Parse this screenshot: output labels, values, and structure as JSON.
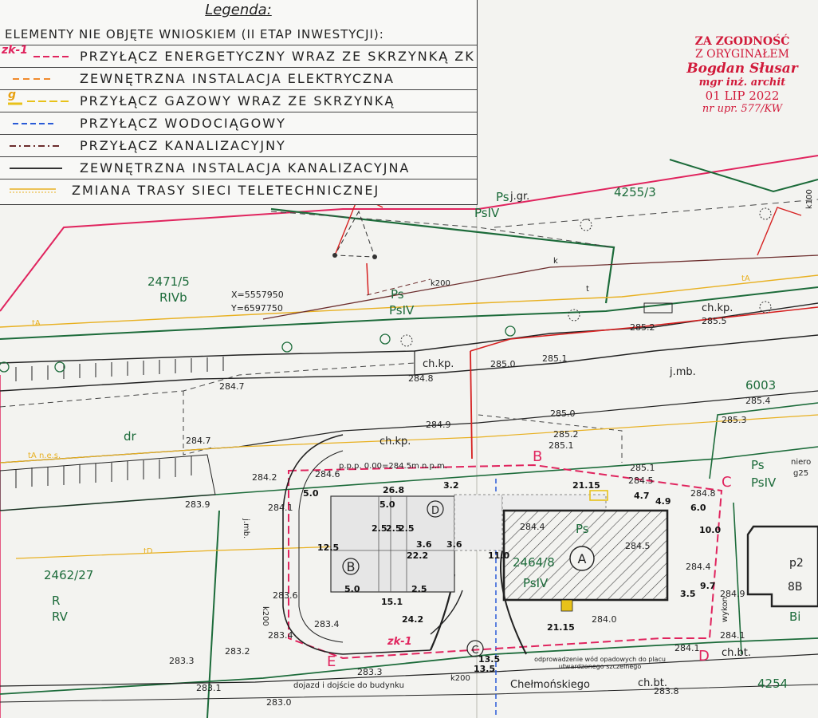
{
  "legend": {
    "title": "Legenda:",
    "heading": "ELEMENTY NIE OBJĘTE WNIOSKIEM (II ETAP INWESTYCJI):",
    "items": [
      {
        "code": "zk-1",
        "label": "PRZYŁĄCZ ENERGETYCZNY WRAZ ZE SKRZYNKĄ ZK",
        "color": "#e0245e"
      },
      {
        "code": "",
        "label": "ZEWNĘTRZNA INSTALACJA ELEKTRYCZNA",
        "color": "#f08a2c"
      },
      {
        "code": "g",
        "label": "PRZYŁĄCZ GAZOWY WRAZ ZE SKRZYNKĄ",
        "color": "#e8c21a"
      },
      {
        "code": "",
        "label": "PRZYŁĄCZ WODOCIĄGOWY",
        "color": "#2a5bd7"
      },
      {
        "code": "",
        "label": "PRZYŁĄCZ KANALIZACYJNY",
        "color": "#6b2c2c"
      },
      {
        "code": "",
        "label": "ZEWNĘTRZNA INSTALACJA KANALIZACYJNA",
        "color": "#333333"
      },
      {
        "code": "",
        "label": "ZMIANA TRASY SIECI TELETECHNICZNEJ",
        "color": "#e8b020"
      }
    ]
  },
  "stamp": {
    "line1": "ZA ZGODNOŚĆ",
    "line2": "Z ORYGINAŁEM",
    "line3": "Bogdan Słusar",
    "line4": "mgr inż. archit",
    "line5": "01 LIP 2022",
    "line6": "nr upr. 577/KW",
    "color": "#d11a3a"
  },
  "map": {
    "parcels": [
      "4255/3",
      "2471/5",
      "6003",
      "2462/27",
      "2464/8",
      "4254"
    ],
    "landuse": [
      "Ps",
      "PsIV",
      "RIVb",
      "R",
      "RV",
      "Bi",
      "dr",
      "j.mb.",
      "j.gr."
    ],
    "coords": {
      "x": "X=5557950",
      "y": "Y=6597750"
    },
    "elevations": [
      "285.2",
      "285.5",
      "285.0",
      "285.1",
      "284.8",
      "284.7",
      "284.9",
      "285.4",
      "285.3",
      "285.0",
      "285.2",
      "285.1",
      "285.1",
      "284.7",
      "284.6",
      "284.5",
      "284.8",
      "284.2",
      "284.1",
      "284.4",
      "284.5",
      "284.4",
      "284.0",
      "284.1",
      "284.9",
      "284.1",
      "283.9",
      "283.6",
      "283.4",
      "283.4",
      "283.3",
      "283.3",
      "283.2",
      "283.1",
      "283.0",
      "283.8"
    ],
    "road_labels": [
      "ch.kp.",
      "ch.kp.",
      "ch.kp.",
      "ch.bt.",
      "ch.bt."
    ],
    "points": [
      "A",
      "B",
      "C",
      "D",
      "E"
    ],
    "zones": [
      "A",
      "B",
      "C",
      "D"
    ],
    "building_labels": {
      "p2": "p2",
      "num": "8B"
    },
    "level_note": "p.p.p. 0.00=284.5m n.p.m.",
    "street": "Chełmońskiego",
    "access_note": "dojazd i dojście do budynku",
    "drain_note": "odprowadzenie wód opadowych do placu utwardzonego szczelnego",
    "dims": [
      "26.8",
      "21.15",
      "21.15",
      "12.5",
      "22.2",
      "15.1",
      "5.0",
      "6.0",
      "10.0",
      "11.0",
      "9.7",
      "3.5",
      "4.7",
      "4.9",
      "3.2",
      "5.0",
      "5.0",
      "2.5",
      "2.5",
      "2.5",
      "2.5",
      "3.6",
      "3.6",
      "13.5",
      "13.5",
      "24.2"
    ],
    "pipes": [
      "k200",
      "k200",
      "k100",
      "k200"
    ],
    "misc": [
      "zk-1",
      "k",
      "t",
      "tA",
      "tA",
      "tD",
      "tA n.e.s.",
      "wykon",
      "niero",
      "g25"
    ]
  }
}
